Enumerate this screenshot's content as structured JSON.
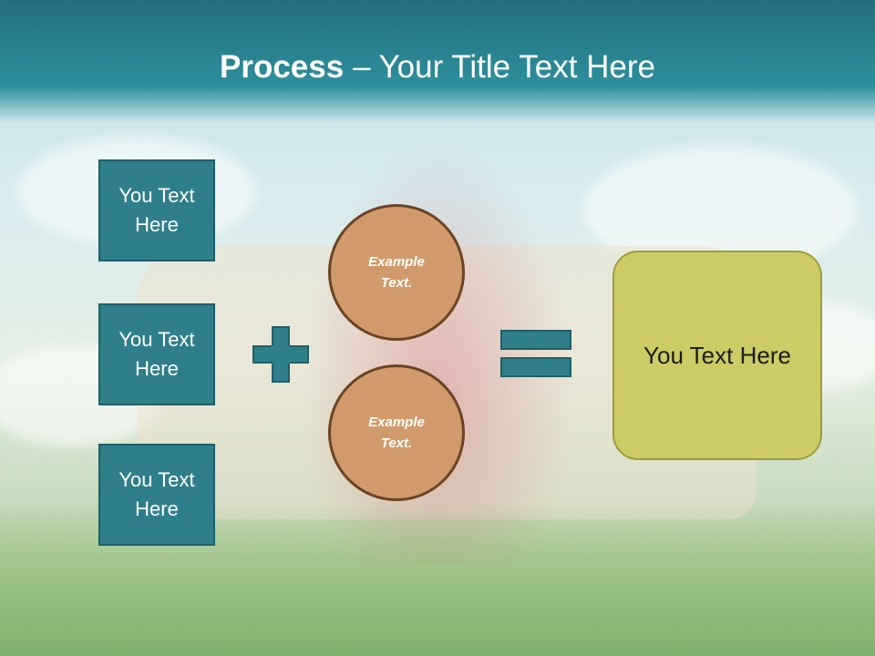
{
  "slide": {
    "title_bold": "Process",
    "title_rest": " – Your Title Text Here",
    "left_boxes": [
      {
        "label": "You Text Here"
      },
      {
        "label": "You Text Here"
      },
      {
        "label": "You Text Here"
      }
    ],
    "circles": [
      {
        "label": "Example Text."
      },
      {
        "label": "Example Text."
      }
    ],
    "result_box": {
      "label": "You Text Here"
    }
  },
  "icons": {
    "plus": "plus-icon",
    "equals": "equals-icon"
  },
  "colors": {
    "header": "#2d8f9c",
    "teal_box": "#2f7f8a",
    "circle_fill": "#d09a6a",
    "result_fill": "#cccb66"
  }
}
